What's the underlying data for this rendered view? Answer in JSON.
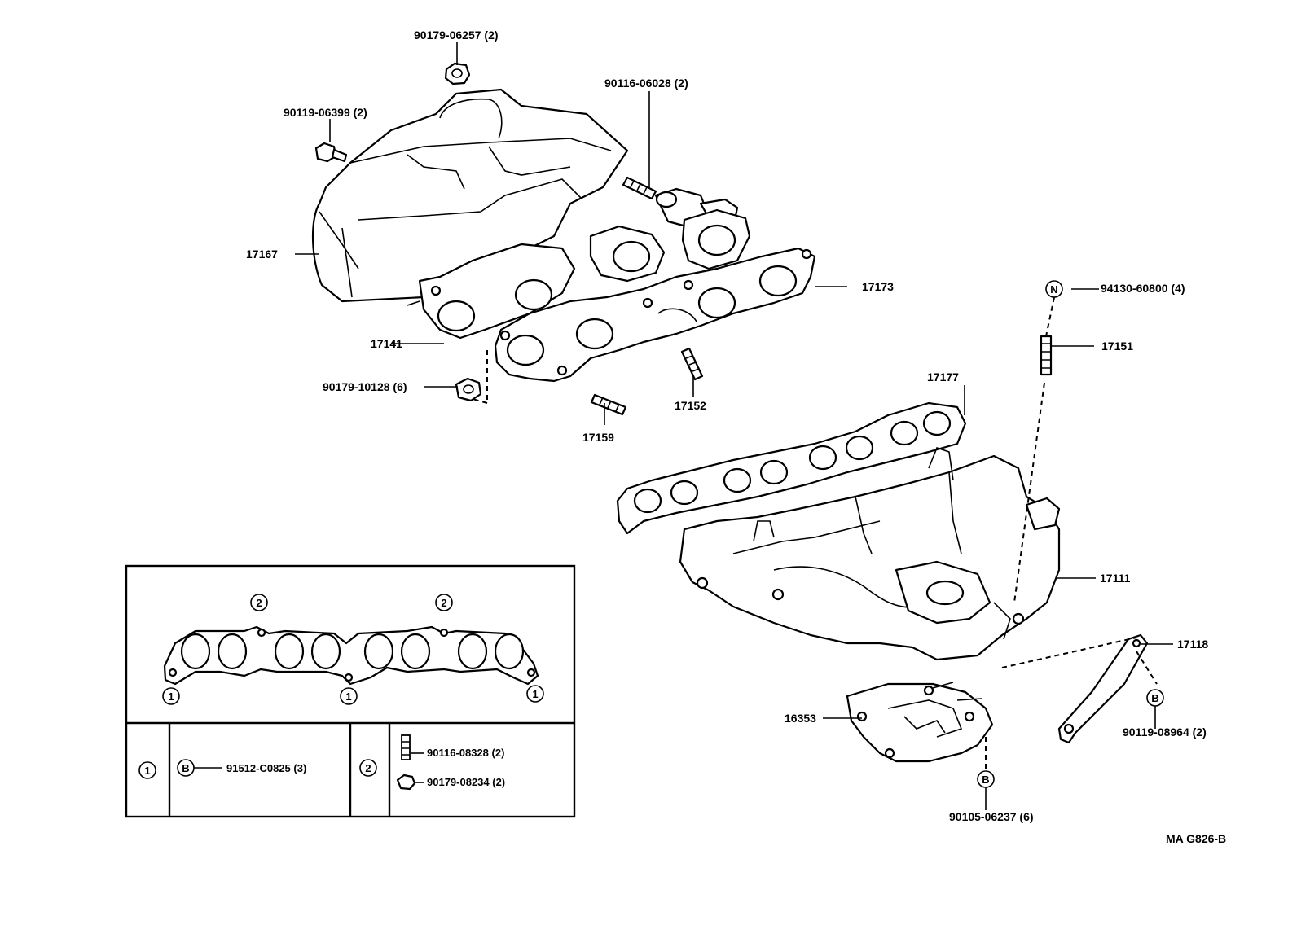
{
  "labels": {
    "p90179_06257": "90179-06257 (2)",
    "p90116_06028": "90116-06028 (2)",
    "p90119_06399": "90119-06399 (2)",
    "p17167": "17167",
    "p17173": "17173",
    "p17141": "17141",
    "p90179_10128": "90179-10128 (6)",
    "p17152": "17152",
    "p17159": "17159",
    "p94130_60800": "94130-60800 (4)",
    "p17151": "17151",
    "p17177": "17177",
    "p17111": "17111",
    "p17118": "17118",
    "p16353": "16353",
    "p90119_08964": "90119-08964 (2)",
    "p90105_06237": "90105-06237 (6)",
    "drawing_code": "MA G826-B"
  },
  "symbols": {
    "n": "N",
    "b": "B",
    "one": "1",
    "two": "2"
  },
  "legend": {
    "part_b": "91512-C0825 (3)",
    "stud": "90116-08328 (2)",
    "nut": "90179-08234 (2)"
  }
}
